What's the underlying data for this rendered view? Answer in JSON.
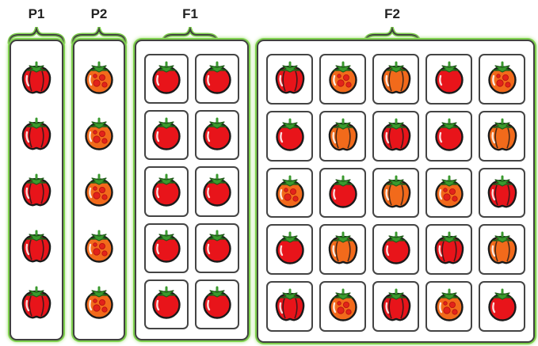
{
  "groups": [
    {
      "id": "p1",
      "label": "P1",
      "grid": false,
      "cols": 1,
      "rows": 5,
      "items": [
        "bell-red",
        "bell-red",
        "bell-red",
        "bell-red",
        "bell-red"
      ]
    },
    {
      "id": "p2",
      "label": "P2",
      "grid": false,
      "cols": 1,
      "rows": 5,
      "items": [
        "round-orange-spotted",
        "round-orange-spotted",
        "round-orange-spotted",
        "round-orange-spotted",
        "round-orange-spotted"
      ]
    },
    {
      "id": "f1",
      "label": "F1",
      "grid": true,
      "cols": 2,
      "rows": 5,
      "items": [
        "round-red",
        "round-red",
        "round-red",
        "round-red",
        "round-red",
        "round-red",
        "round-red",
        "round-red",
        "round-red",
        "round-red"
      ]
    },
    {
      "id": "f2",
      "label": "F2",
      "grid": true,
      "cols": 5,
      "rows": 5,
      "items": [
        "bell-red",
        "round-orange-spotted",
        "bell-orange",
        "round-red",
        "round-orange-spotted",
        "round-red",
        "bell-orange",
        "bell-red",
        "round-red",
        "bell-orange",
        "round-orange-spotted",
        "round-red",
        "bell-orange",
        "round-orange-spotted",
        "bell-red",
        "round-red",
        "bell-orange",
        "round-red",
        "bell-red",
        "bell-orange",
        "bell-red",
        "round-orange-spotted",
        "bell-red",
        "round-orange-spotted",
        "round-red"
      ]
    }
  ],
  "colors": {
    "red": "#e8141a",
    "orange": "#f26a1b",
    "spot": "#e2231a",
    "stem": "#3a9a2e",
    "panel_glow": "#7fd14e",
    "outline": "#1a1a1a"
  },
  "icons": {
    "bell-red": "red-bell-tomato-icon",
    "bell-orange": "orange-bell-tomato-icon",
    "round-red": "red-round-tomato-icon",
    "round-orange-spotted": "orange-spotted-tomato-icon"
  }
}
